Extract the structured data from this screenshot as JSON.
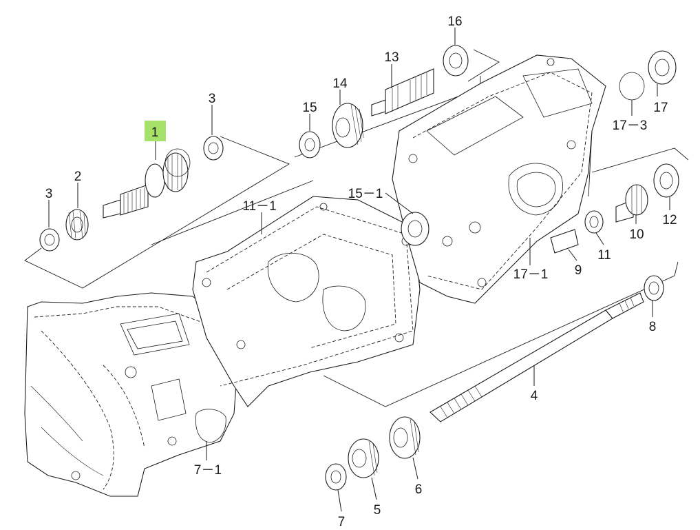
{
  "highlight_color": "#a6e26a",
  "line_color": "#1a1a1a",
  "background_color": "#ffffff",
  "highlighted_callout": "1",
  "callouts": {
    "c1": "1",
    "c2": "2",
    "c3a": "3",
    "c3b": "3",
    "c4": "4",
    "c5": "5",
    "c6": "6",
    "c7": "7",
    "c71": "7－1",
    "c8": "8",
    "c9": "9",
    "c10": "10",
    "c11": "11",
    "c111": "11－1",
    "c12": "12",
    "c13": "13",
    "c14": "14",
    "c15": "15",
    "c151": "15－1",
    "c16": "16",
    "c17": "17",
    "c171": "17－1",
    "c173": "17－3"
  }
}
